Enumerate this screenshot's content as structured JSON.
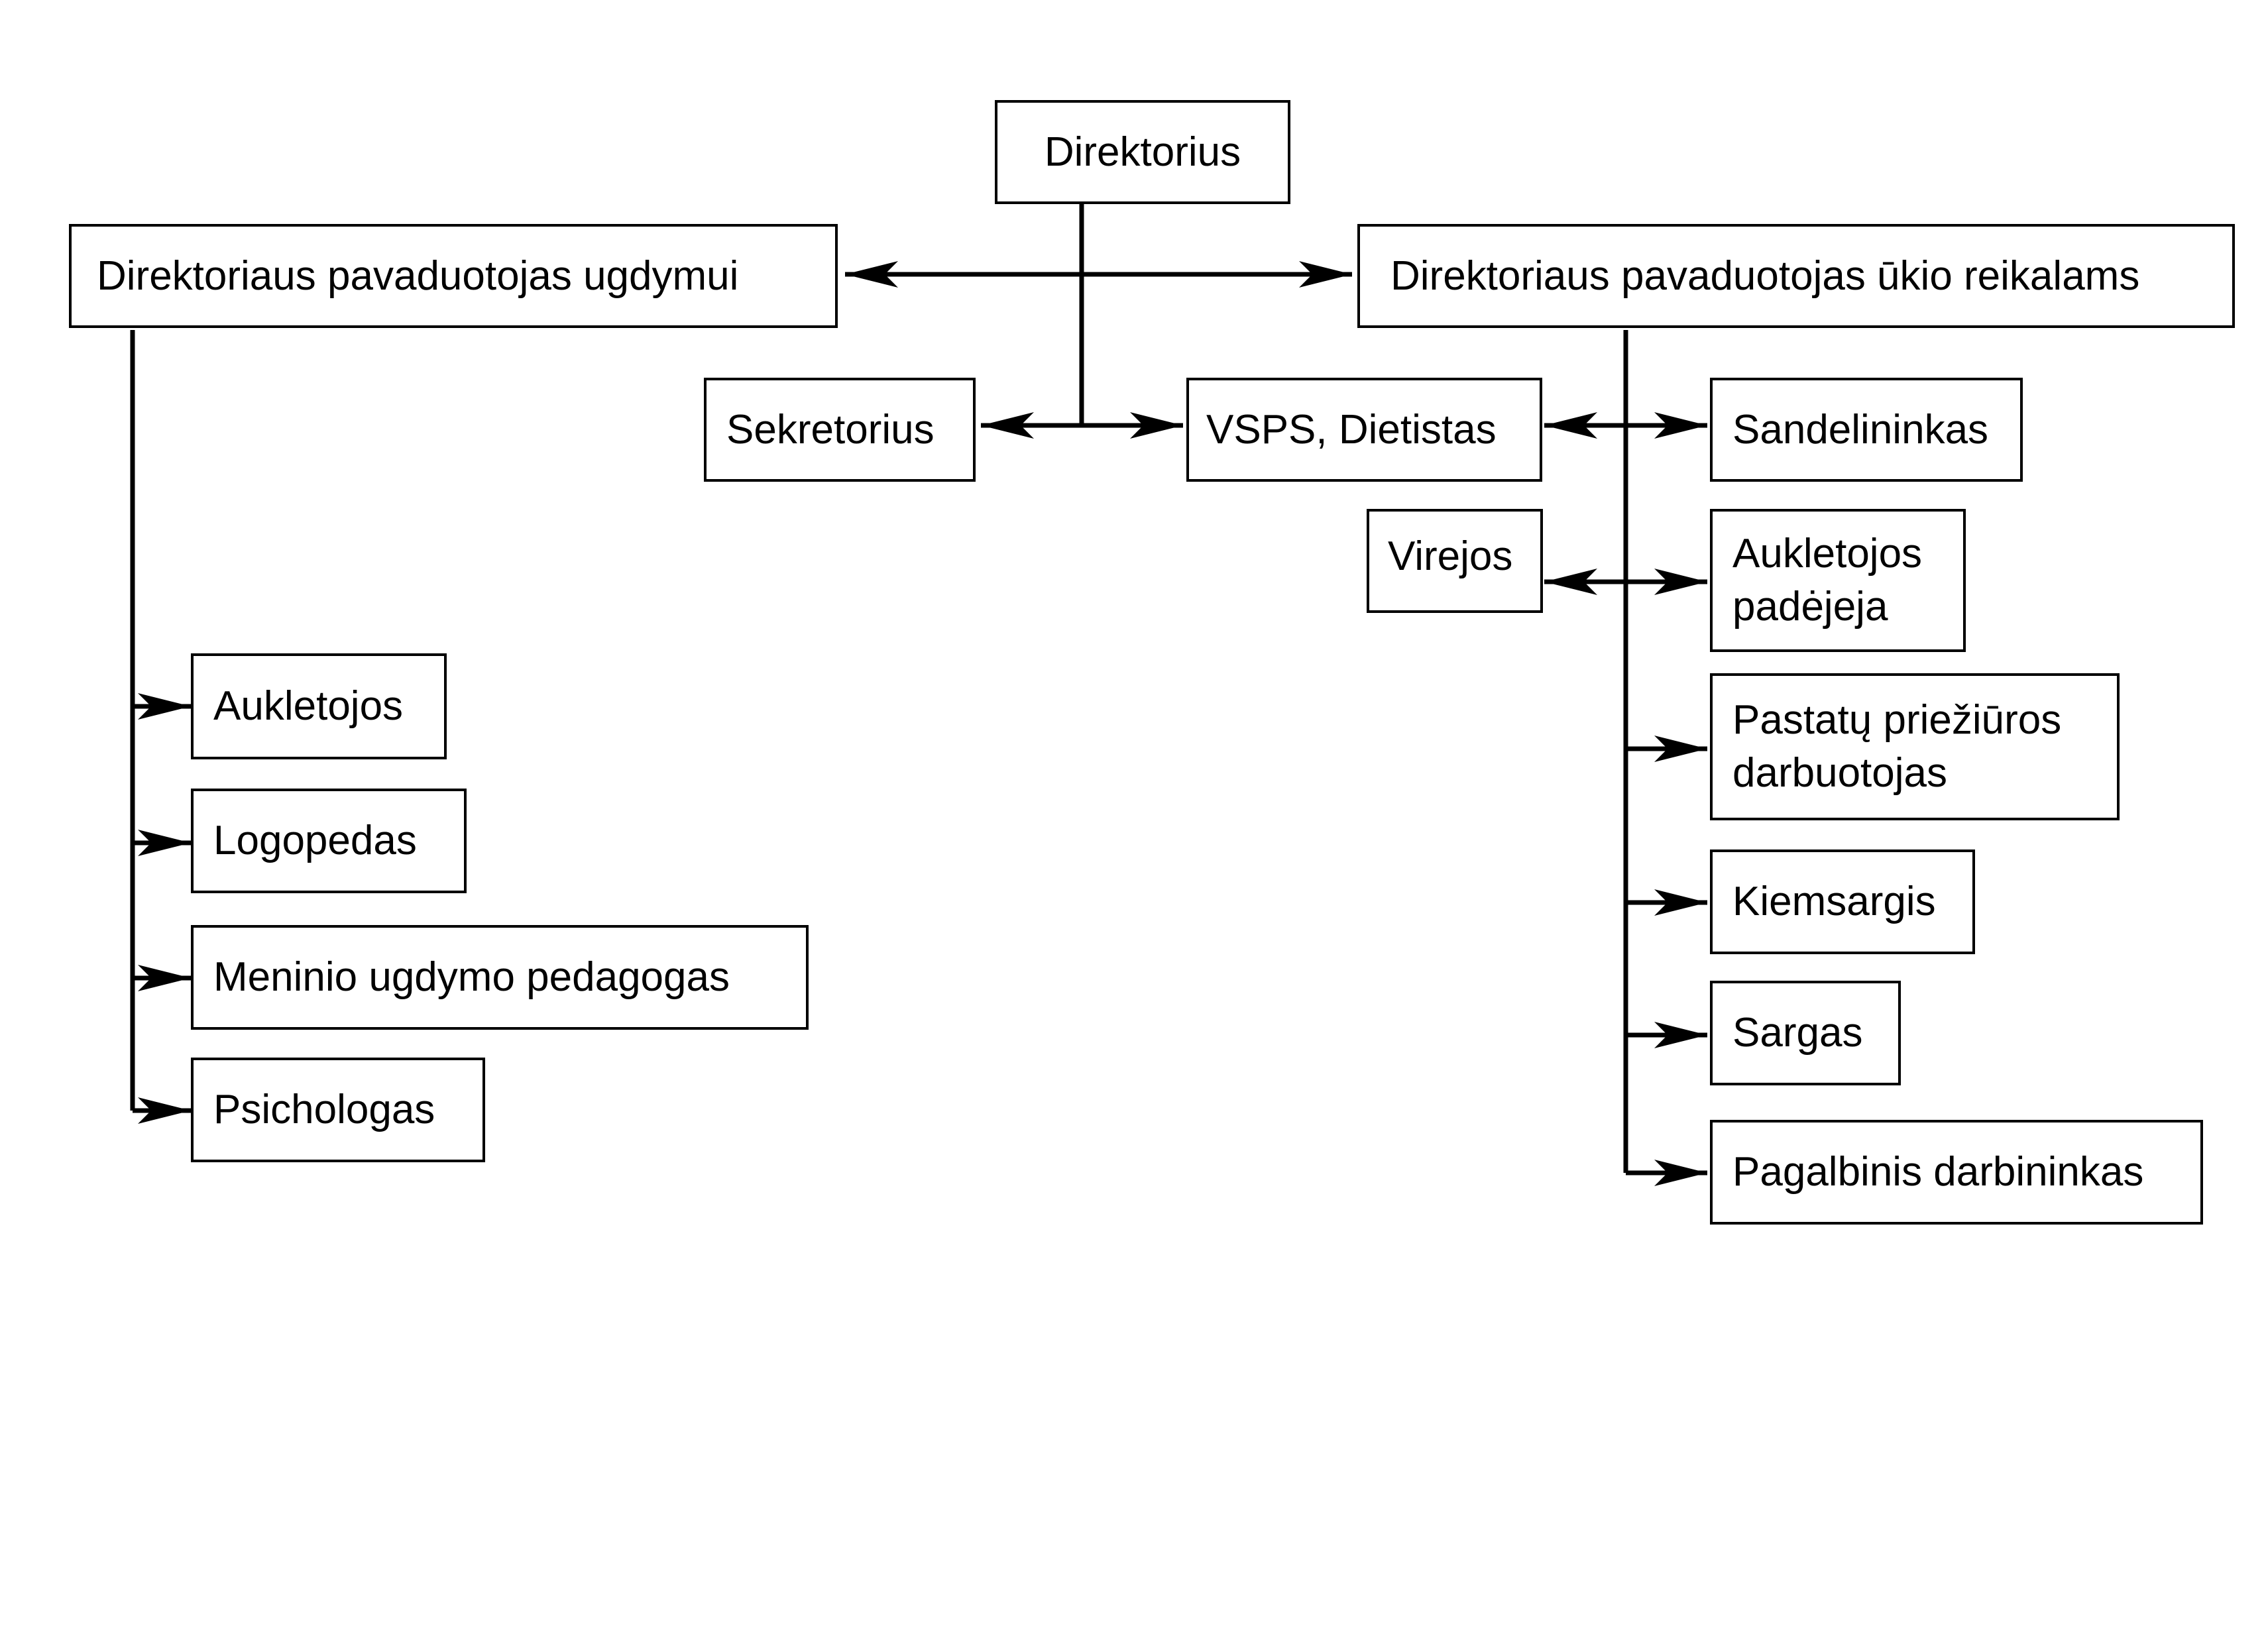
{
  "diagram": {
    "director": "Direktorius",
    "deputy_education": "Direktoriaus pavaduotojas ugdymui",
    "deputy_economy": "Direktoriaus pavaduotojas ūkio reikalams",
    "secretary": "Sekretorius",
    "vsps": "VSPS, Dietistas",
    "cooks": "Virejos",
    "education_staff": [
      "Aukletojos",
      "Logopedas",
      "Meninio ugdymo pedagogas",
      "Psichologas"
    ],
    "economy_staff": {
      "storekeeper": "Sandelininkas",
      "teacher_assistant_line1": "Aukletojos",
      "teacher_assistant_line2": "padėjeja",
      "building_maintenance_line1": "Pastatų priežiūros",
      "building_maintenance_line2": "darbuotojas",
      "yard_keeper": "Kiemsargis",
      "guard": "Sargas",
      "auxiliary_worker": "Pagalbinis darbininkas"
    }
  }
}
